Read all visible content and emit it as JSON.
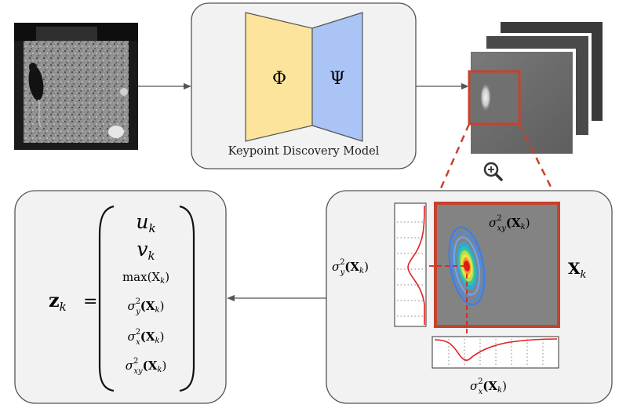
{
  "model_box": {
    "caption": "Keypoint Discovery Model",
    "encoder_symbol": "Φ",
    "decoder_symbol": "Ψ"
  },
  "heatmap": {
    "label_main": "X",
    "label_main_sub": "k",
    "var_xy": {
      "sym": "σ",
      "sup": "2",
      "sub": "xy",
      "arg": "(X",
      "arg_sub": "k",
      "close": ")"
    },
    "var_y": {
      "sym": "σ",
      "sup": "2",
      "sub": "y",
      "arg": "(X",
      "arg_sub": "k",
      "close": ")"
    },
    "var_x": {
      "sym": "σ",
      "sup": "2",
      "sub": "x",
      "arg": "(X",
      "arg_sub": "k",
      "close": ")"
    }
  },
  "vector": {
    "lhs": "z",
    "lhs_sub": "k",
    "equals": "=",
    "entries": [
      {
        "main": "u",
        "sub": "k"
      },
      {
        "main": "v",
        "sub": "k"
      },
      {
        "text": "max(X",
        "sub": "k",
        "close": ")"
      },
      {
        "sym": "σ",
        "sup": "2",
        "sub2": "y",
        "arg": "(X",
        "arg_sub": "k",
        "close": ")"
      },
      {
        "sym": "σ",
        "sup": "2",
        "sub2": "x",
        "arg": "(X",
        "arg_sub": "k",
        "close": ")"
      },
      {
        "sym": "σ",
        "sup": "2",
        "sub2": "xy",
        "arg": "(X",
        "arg_sub": "k",
        "close": ")"
      }
    ]
  },
  "colors": {
    "encoder": "#FDE49C",
    "decoder": "#A9C4F5",
    "highlight": "#C8412C",
    "gaussian_curve": "#E0201E",
    "panel_fill": "#F2F2F2",
    "panel_stroke": "#555555",
    "arrow": "#555555"
  },
  "icons": [
    "mouse-arena-frame",
    "zoom-in-icon"
  ]
}
